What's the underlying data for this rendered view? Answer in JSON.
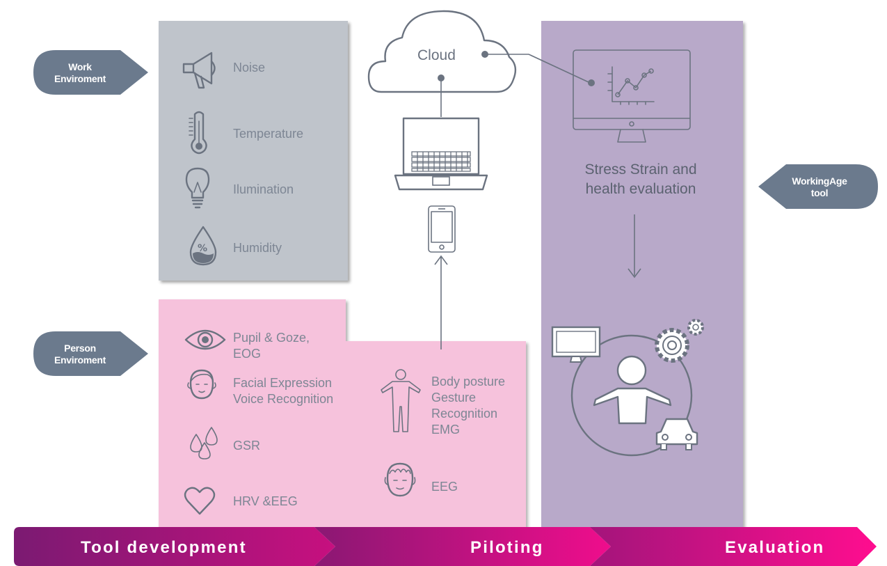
{
  "tags": {
    "work": "Work\nEnviroment",
    "person": "Person\nEnviroment",
    "tool": "WorkingAge\ntool"
  },
  "work_env": {
    "noise": "Noise",
    "temperature": "Temperature",
    "illumination": "Ilumination",
    "humidity": "Humidity"
  },
  "person_env": {
    "pupil": "Pupil & Goze,\nEOG",
    "facial": "Facial Expression\nVoice Recognition",
    "gsr": "GSR",
    "hrv": "HRV &EEG",
    "body": "Body posture\nGesture\nRecognition\nEMG",
    "eeg": "EEG"
  },
  "cloud": {
    "label": "Cloud"
  },
  "evaluation": {
    "label": "Stress Strain and\nhealth evaluation"
  },
  "phases": [
    "Tool development",
    "Piloting",
    "Evaluation"
  ],
  "colors": {
    "work_panel": "#bfc4cb",
    "person_panel": "#f6c2dc",
    "eval_panel": "#b8a9c9",
    "tag": "#6b7a8d",
    "icon": "#6b7380",
    "phase_start": "#7b1a72",
    "phase_end": "#ff0d8f"
  },
  "icons": [
    "megaphone-icon",
    "thermometer-icon",
    "lightbulb-icon",
    "humidity-drop-icon",
    "eye-icon",
    "face-icon",
    "drops-icon",
    "heart-icon",
    "body-icon",
    "head-eeg-icon",
    "cloud-icon",
    "laptop-icon",
    "smartphone-icon",
    "monitor-chart-icon",
    "arrow-down-icon",
    "arrow-up-icon",
    "person-hub-icon"
  ]
}
